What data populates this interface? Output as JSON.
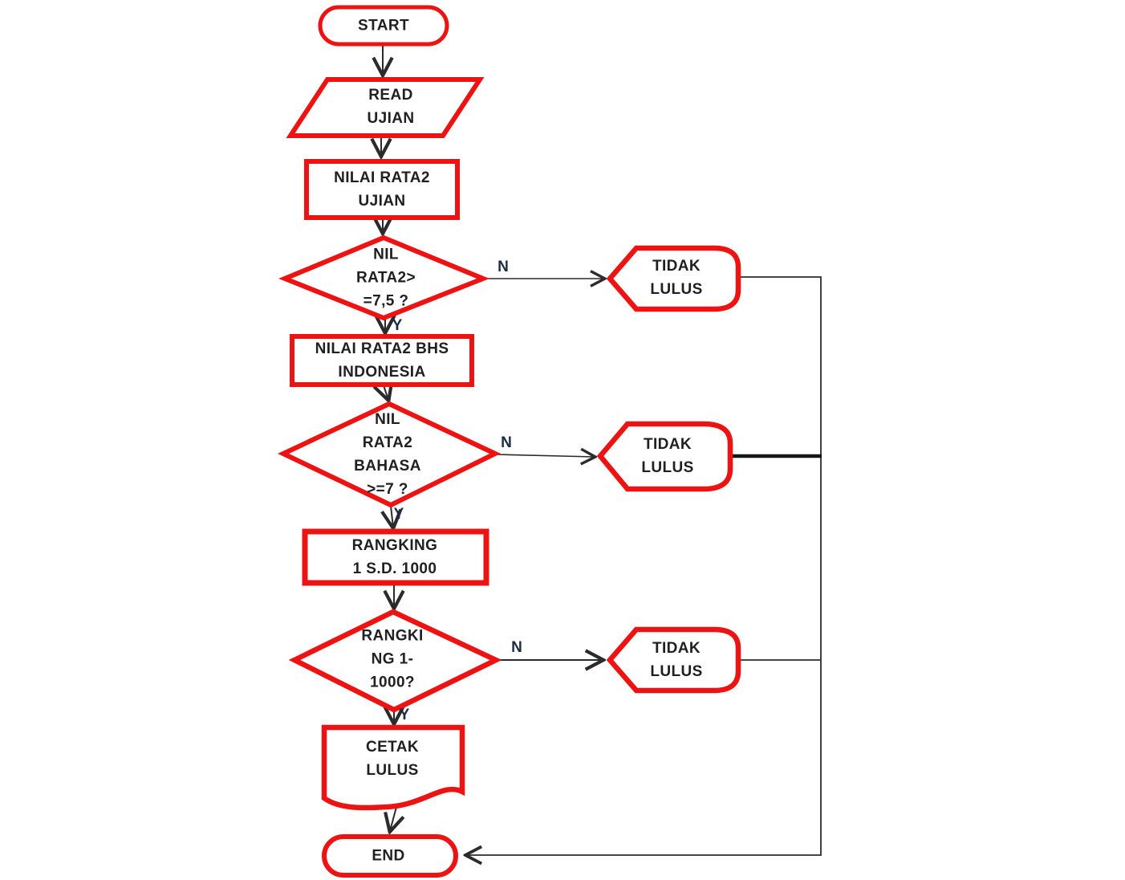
{
  "flowchart": {
    "nodes": {
      "start": "START",
      "read_input": "READ\nUJIAN",
      "process_nilai_ujian": "NILAI RATA2\nUJIAN",
      "decision_rata2_ujian": "NIL\nRATA2>\n=7,5 ?",
      "tidak_lulus_1": "TIDAK\nLULUS",
      "process_nilai_bhs": "NILAI RATA2 BHS\nINDONESIA",
      "decision_rata2_bahasa": "NIL\nRATA2\nBAHASA\n>=7 ?",
      "tidak_lulus_2": "TIDAK\nLULUS",
      "process_rangking": "RANGKING\n1 S.D. 1000",
      "decision_rangking": "RANGKI\nNG 1-\n1000?",
      "tidak_lulus_3": "TIDAK\nLULUS",
      "output_cetak": "CETAK\nLULUS",
      "end": "END"
    },
    "edge_labels": {
      "no": "N",
      "yes": "Y"
    },
    "colors": {
      "shape_border": "#ee1313",
      "connector": "#2b2b2b",
      "text": "#202020"
    }
  }
}
